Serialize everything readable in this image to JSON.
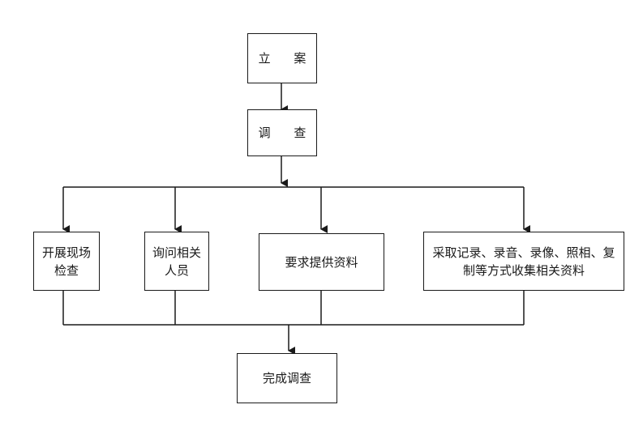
{
  "flowchart": {
    "nodes": {
      "start": "立 案",
      "investigate": "调 查",
      "site_inspection": "开展现场检查",
      "inquire_persons": "询问相关人员",
      "request_materials": "要求提供资料",
      "collect_evidence": "采取记录、录音、录像、照相、复制等方式收集相关资料",
      "complete": "完成调查"
    },
    "edges": [
      [
        "start",
        "investigate"
      ],
      [
        "investigate",
        "site_inspection"
      ],
      [
        "investigate",
        "inquire_persons"
      ],
      [
        "investigate",
        "request_materials"
      ],
      [
        "investigate",
        "collect_evidence"
      ],
      [
        "site_inspection",
        "complete"
      ],
      [
        "inquire_persons",
        "complete"
      ],
      [
        "request_materials",
        "complete"
      ],
      [
        "collect_evidence",
        "complete"
      ]
    ]
  },
  "colors": {
    "stroke": "#1a1a1a",
    "background": "#ffffff"
  }
}
